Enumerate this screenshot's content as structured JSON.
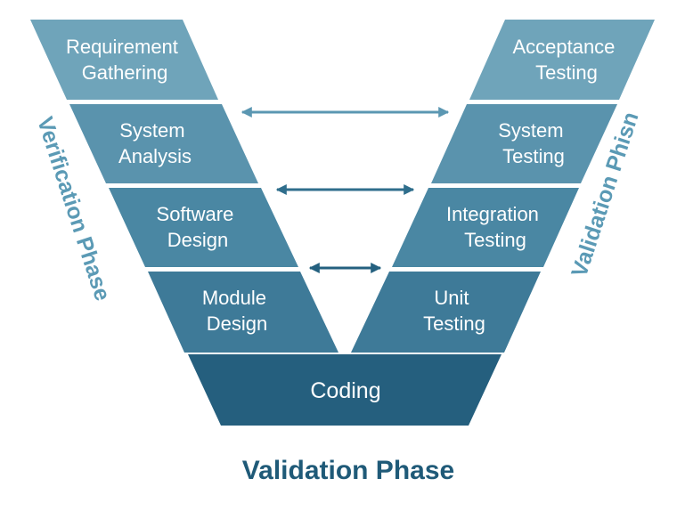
{
  "left_stages": [
    {
      "line1": "Requirement",
      "line2": "Gathering"
    },
    {
      "line1": "System",
      "line2": "Analysis"
    },
    {
      "line1": "Software",
      "line2": "Design"
    },
    {
      "line1": "Module",
      "line2": "Design"
    }
  ],
  "right_stages": [
    {
      "line1": "Acceptance",
      "line2": "Testing"
    },
    {
      "line1": "System",
      "line2": "Testing"
    },
    {
      "line1": "Integration",
      "line2": "Testing"
    },
    {
      "line1": "Unit",
      "line2": "Testing"
    }
  ],
  "bottom_stage": {
    "label": "Coding"
  },
  "side_labels": {
    "left": "Verification Phase",
    "right": "Validation Phisn"
  },
  "bottom_label": "Validation Phase",
  "colors": {
    "row1": "#6fa4ba",
    "row2": "#5a93ad",
    "row3": "#4a87a3",
    "row4": "#3e7a98",
    "coding": "#255f7e",
    "arrow1": "#5b97b2",
    "arrow2": "#2f6e8c",
    "arrow3": "#24607f",
    "side_text": "#5b9ab5",
    "bottom_text": "#1f5a78"
  }
}
